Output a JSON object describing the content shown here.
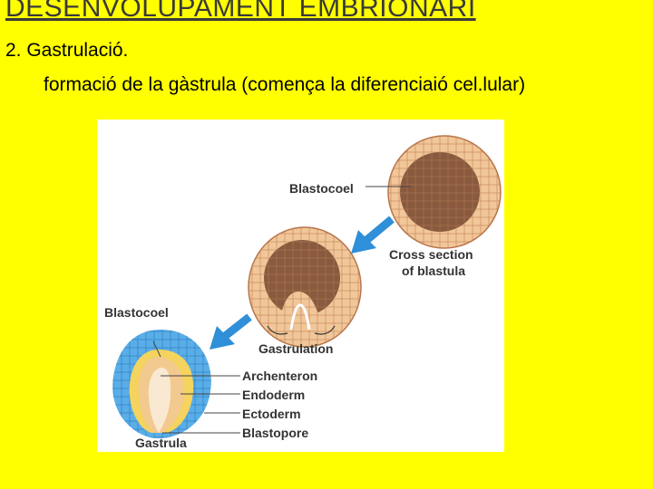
{
  "slide": {
    "title": "DESENVOLUPAMENT EMBRIONARI",
    "point": "2.  Gastrulació.",
    "subpoint": "formació de la gàstrula (comença la diferenciaió cel.lular)"
  },
  "figure": {
    "labels": {
      "blastocoel_top": "Blastocoel",
      "cross_section_1": "Cross section",
      "cross_section_2": "of blastula",
      "blastocoel_left": "Blastocoel",
      "gastrulation": "Gastrulation",
      "archenteron": "Archenteron",
      "endoderm": "Endoderm",
      "ectoderm": "Ectoderm",
      "blastopore": "Blastopore",
      "gastrula": "Gastrula"
    },
    "colors": {
      "background": "#ffff00",
      "blastula_outer": "#f1c79a",
      "blastula_inner": "#8a5a3e",
      "ectoderm": "#5aaee8",
      "endoderm": "#f4d35e",
      "arrow": "#2f8fd8"
    }
  }
}
